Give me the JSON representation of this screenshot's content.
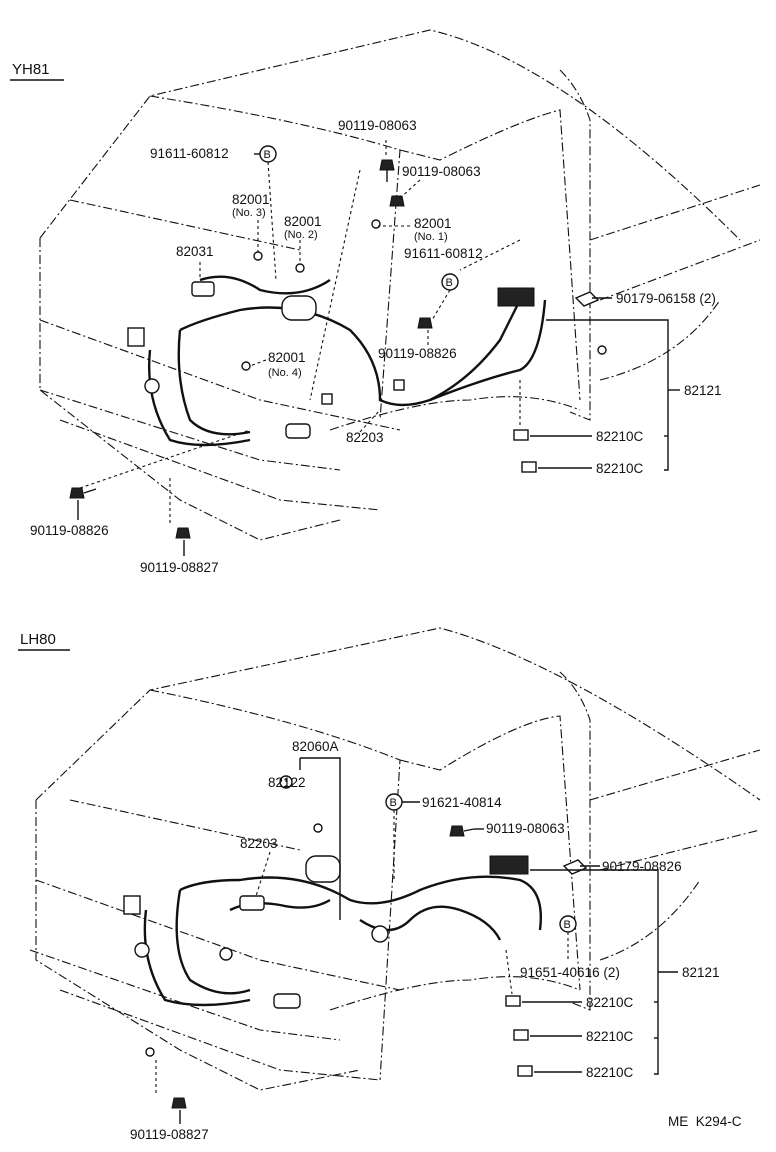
{
  "top": {
    "section_label": "YH81",
    "callouts": {
      "p90119_08063_a": "90119-08063",
      "p91611_60812_a": "91611-60812",
      "p90119_08063_b": "90119-08063",
      "p82001_no3": "82001",
      "p82001_no3_sub": "(No. 3)",
      "p82001_no2": "82001",
      "p82001_no2_sub": "(No. 2)",
      "p82001_no1": "82001",
      "p82001_no1_sub": "(No. 1)",
      "p82031": "82031",
      "p91611_60812_b": "91611-60812",
      "p90179_06158": "90179-06158 (2)",
      "p90119_08826_a": "90119-08826",
      "p82001_no4": "82001",
      "p82001_no4_sub": "(No. 4)",
      "p82121": "82121",
      "p82203": "82203",
      "p82210c_a": "82210C",
      "p82210c_b": "82210C",
      "p90119_08826_b": "90119-08826",
      "p90119_08827": "90119-08827"
    },
    "badge_letter": "B"
  },
  "bottom": {
    "section_label": "LH80",
    "callouts": {
      "p82060a": "82060A",
      "p82122": "82122",
      "p91621_40814": "91621-40814",
      "p90119_08063": "90119-08063",
      "p82203": "82203",
      "p90179_08826": "90179-08826",
      "p82121": "82121",
      "p91651_40616": "91651-40616 (2)",
      "p82210c_a": "82210C",
      "p82210c_b": "82210C",
      "p82210c_c": "82210C",
      "p90119_08827": "90119-08827"
    },
    "badge_letter": "B"
  },
  "footer": {
    "code": "ME  K294-C"
  }
}
